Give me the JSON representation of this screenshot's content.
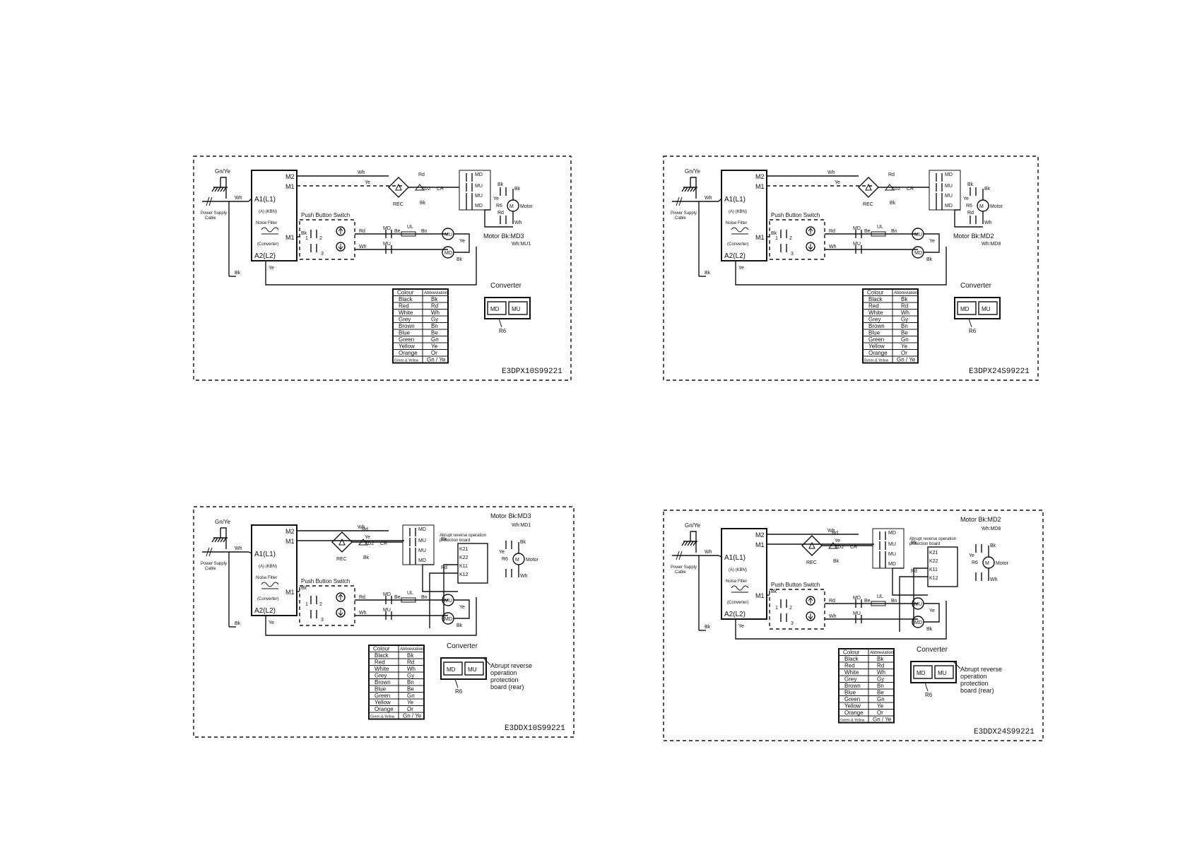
{
  "panels": [
    {
      "id": "E3DPX10S99221",
      "code": "E3DPX10S99221",
      "variant": "PX",
      "motor_note": [
        "Motor  Bk:MD3",
        "Wh:MU1"
      ],
      "converter_label": "Converter",
      "converter_boxes": [
        "MD",
        "MU"
      ],
      "r6_label": "R6",
      "abrupt_note": []
    },
    {
      "id": "E3DPX24S99221",
      "code": "E3DPX24S99221",
      "variant": "PX",
      "motor_note": [
        "Motor  Bk:MD2",
        "Wh:MD8"
      ],
      "converter_label": "Converter",
      "converter_boxes": [
        "MD",
        "MU"
      ],
      "r6_label": "R6",
      "abrupt_note": []
    },
    {
      "id": "E3DDX10S99221",
      "code": "E3DDX10S99221",
      "variant": "DX",
      "motor_note": [
        "Motor Bk:MD3",
        "Wh:MD1"
      ],
      "converter_label": "Converter",
      "converter_boxes": [
        "MD",
        "MU"
      ],
      "r6_label": "R6",
      "abrupt_note": [
        "Abrupt reverse",
        "operation",
        "protection",
        "board (rear)"
      ]
    },
    {
      "id": "E3DDX24S99221",
      "code": "E3DDX24S99221",
      "variant": "DX",
      "motor_note": [
        "Motor Bk:MD2",
        "Wh:MD8"
      ],
      "converter_label": "Converter",
      "converter_boxes": [
        "MD",
        "MU"
      ],
      "r6_label": "R6",
      "abrupt_note": [
        "Abrupt reverse",
        "operation",
        "protection",
        "board (rear)"
      ]
    }
  ],
  "common": {
    "ground_label": "Gn/Ye",
    "power_supply": [
      "Power Supply",
      "Cable"
    ],
    "a1": "A1(L1)",
    "a2": "A2(L2)",
    "kbn": "(A) (KBN)",
    "noise_filter": "Noise Filter",
    "converter_small": "(Converter)",
    "m1": "M1",
    "m2": "M2",
    "push_button_switch": "Push Button Switch",
    "rec": "REC",
    "zd2": "ZD2",
    "cr": "CR",
    "ul": "UL",
    "motor": "Motor",
    "r6": "R6",
    "md": "MD",
    "mu": "MU",
    "abrupt_board": [
      "Abrupt reverse operation",
      "protection board"
    ],
    "relay_pins": [
      "K21",
      "K22",
      "K11",
      "K12"
    ],
    "wire": {
      "wh": "Wh",
      "ye": "Ye",
      "bk": "Bk",
      "rd": "Rd",
      "be": "Be",
      "bn": "Bn"
    }
  },
  "colour_table": {
    "headers": [
      "Colour",
      "Abbreviation"
    ],
    "rows": [
      [
        "Black",
        "Bk"
      ],
      [
        "Red",
        "Rd"
      ],
      [
        "White",
        "Wh"
      ],
      [
        "Grey",
        "Gy"
      ],
      [
        "Brown",
        "Bn"
      ],
      [
        "Blue",
        "Be"
      ],
      [
        "Green",
        "Gn"
      ],
      [
        "Yellow",
        "Ye"
      ],
      [
        "Orange",
        "Or"
      ],
      [
        "Green & Yellow",
        "Gn / Ye"
      ]
    ]
  }
}
